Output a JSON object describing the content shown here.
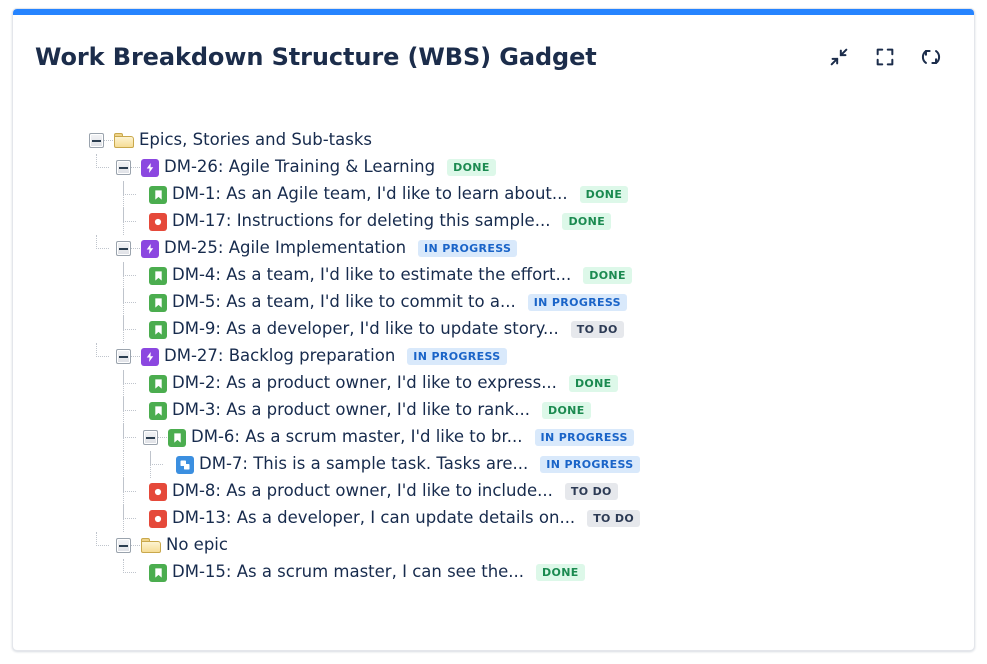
{
  "card": {
    "title": "Work Breakdown Structure (WBS) Gadget",
    "accent_color": "#2684ff",
    "actions": [
      {
        "name": "collapse-icon",
        "label": "Collapse"
      },
      {
        "name": "fullscreen-icon",
        "label": "Fullscreen"
      },
      {
        "name": "refresh-icon",
        "label": "Refresh"
      }
    ]
  },
  "status_colors": {
    "done_bg": "#ddf8e9",
    "done_fg": "#1b8a50",
    "inprogress_bg": "#d9e9fb",
    "inprogress_fg": "#1a64c8",
    "todo_bg": "#e6e8ec",
    "todo_fg": "#2d3b55"
  },
  "icon_colors": {
    "epic": "#8b47e0",
    "story": "#4bad4f",
    "bug": "#e5493a",
    "subtask": "#3b8fe0",
    "folder": "#f0d48a"
  },
  "tree": [
    {
      "depth": 0,
      "toggle": "minus",
      "icon": "folder-icon",
      "type": "folder",
      "label": "Epics, Stories and Sub-tasks",
      "status": ""
    },
    {
      "depth": 1,
      "toggle": "minus",
      "icon": "epic-icon",
      "type": "epic",
      "label": "DM-26: Agile Training & Learning",
      "status": "DONE"
    },
    {
      "depth": 2,
      "toggle": "",
      "icon": "story-icon",
      "type": "story",
      "label": "DM-1: As an Agile team, I'd like to learn about...",
      "status": "DONE"
    },
    {
      "depth": 2,
      "toggle": "",
      "icon": "bug-icon",
      "type": "bug",
      "label": "DM-17: Instructions for deleting this sample...",
      "status": "DONE"
    },
    {
      "depth": 1,
      "toggle": "minus",
      "icon": "epic-icon",
      "type": "epic",
      "label": "DM-25: Agile Implementation",
      "status": "IN PROGRESS"
    },
    {
      "depth": 2,
      "toggle": "",
      "icon": "story-icon",
      "type": "story",
      "label": "DM-4: As a team, I'd like to estimate the effort...",
      "status": "DONE"
    },
    {
      "depth": 2,
      "toggle": "",
      "icon": "story-icon",
      "type": "story",
      "label": "DM-5: As a team, I'd like to commit to a...",
      "status": "IN PROGRESS"
    },
    {
      "depth": 2,
      "toggle": "",
      "icon": "story-icon",
      "type": "story",
      "label": "DM-9: As a developer, I'd like to update story...",
      "status": "TO DO"
    },
    {
      "depth": 1,
      "toggle": "minus",
      "icon": "epic-icon",
      "type": "epic",
      "label": "DM-27: Backlog preparation",
      "status": "IN PROGRESS"
    },
    {
      "depth": 2,
      "toggle": "",
      "icon": "story-icon",
      "type": "story",
      "label": "DM-2: As a product owner, I'd like to express...",
      "status": "DONE"
    },
    {
      "depth": 2,
      "toggle": "",
      "icon": "story-icon",
      "type": "story",
      "label": "DM-3: As a product owner, I'd like to rank...",
      "status": "DONE"
    },
    {
      "depth": 2,
      "toggle": "minus",
      "icon": "story-icon",
      "type": "story",
      "label": "DM-6: As a scrum master, I'd like to br...",
      "status": "IN PROGRESS"
    },
    {
      "depth": 3,
      "toggle": "",
      "icon": "subtask-icon",
      "type": "subtask",
      "label": "DM-7: This is a sample task. Tasks are...",
      "status": "IN PROGRESS"
    },
    {
      "depth": 2,
      "toggle": "",
      "icon": "bug-icon",
      "type": "bug",
      "label": "DM-8: As a product owner, I'd like to include...",
      "status": "TO DO"
    },
    {
      "depth": 2,
      "toggle": "",
      "icon": "bug-icon",
      "type": "bug",
      "label": "DM-13: As a developer, I can update details on...",
      "status": "TO DO"
    },
    {
      "depth": 1,
      "toggle": "minus",
      "icon": "folder-icon",
      "type": "folder",
      "label": "No epic",
      "status": ""
    },
    {
      "depth": 2,
      "toggle": "",
      "icon": "story-icon",
      "type": "story",
      "label": "DM-15: As a scrum master, I can see the...",
      "status": "DONE"
    }
  ]
}
